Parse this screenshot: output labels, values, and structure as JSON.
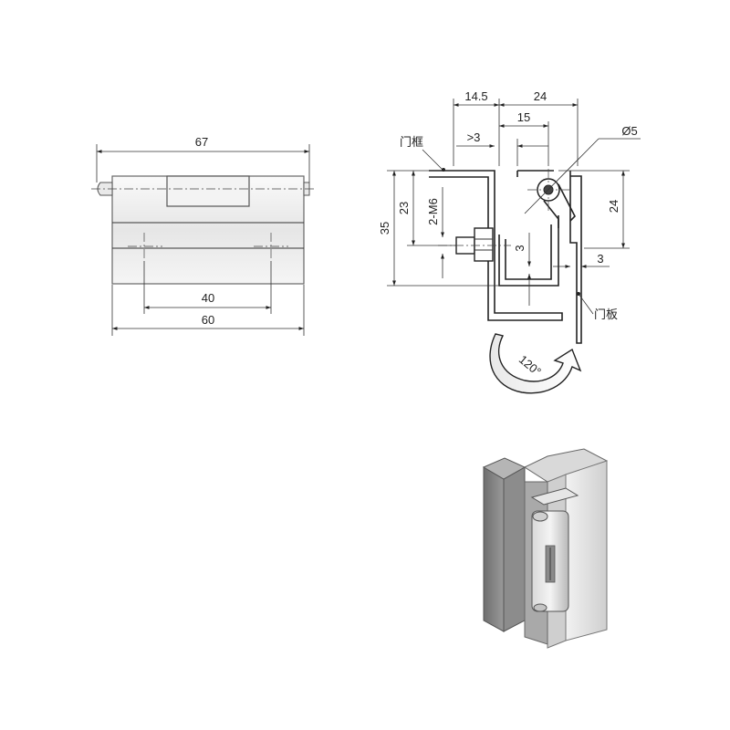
{
  "front_view": {
    "dim_overall": "67",
    "dim_hole_spacing": "40",
    "dim_body_width": "60"
  },
  "side_view": {
    "dim_14_5": "14.5",
    "dim_24_top": "24",
    "dim_15": "15",
    "dim_gt3": ">3",
    "dim_phi5": "Ø5",
    "dim_35": "35",
    "dim_23": "23",
    "dim_2m6": "2-M6",
    "dim_3_vertical": "3",
    "dim_24_right": "24",
    "dim_3_right": "3",
    "label_frame": "门框",
    "label_panel": "门板",
    "rotation_angle": "120°"
  }
}
